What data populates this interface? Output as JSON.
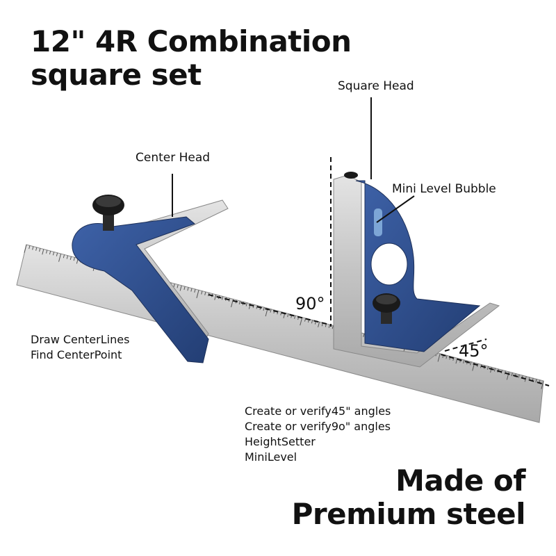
{
  "title": {
    "line1": "12\" 4R Combination",
    "line2": "square set"
  },
  "callouts": {
    "center_head": "Center Head",
    "square_head": "Square Head",
    "mini_level": "Mini Level Bubble"
  },
  "angles": {
    "right": "90°",
    "miter": "45°"
  },
  "center_head_uses": [
    "Draw CenterLines",
    "Find CenterPoint"
  ],
  "square_head_uses": [
    "Create or verify45\" angles",
    "Create or verify9o\" angles",
    "HeightSetter",
    "MiniLevel"
  ],
  "tagline": {
    "line1": "Made of",
    "line2": "Premium steel"
  },
  "colors": {
    "steel": "#c9c9c9",
    "cast_blue": "#2f4f8f",
    "knob": "#1a1a1a",
    "text": "#111111"
  }
}
